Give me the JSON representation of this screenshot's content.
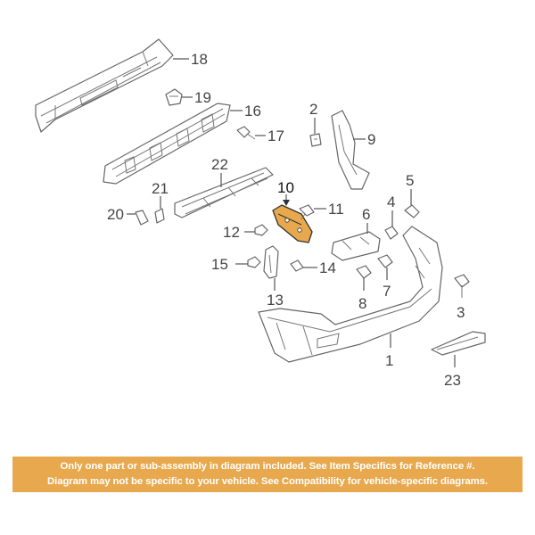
{
  "diagram": {
    "callouts": {
      "p1": "1",
      "p2": "2",
      "p3": "3",
      "p4": "4",
      "p5": "5",
      "p6": "6",
      "p7": "7",
      "p8": "8",
      "p9": "9",
      "p10": "10",
      "p11": "11",
      "p12": "12",
      "p13": "13",
      "p14": "14",
      "p15": "15",
      "p16": "16",
      "p17": "17",
      "p18": "18",
      "p19": "19",
      "p20": "20",
      "p21": "21",
      "p22": "22",
      "p23": "23"
    },
    "highlight_part": "10",
    "highlight_color": "#e8a84d",
    "line_color": "#666666"
  },
  "banner": {
    "line1": "Only one part or sub-assembly in diagram included. See Item Specifics for Reference #.",
    "line2": "Diagram may not be specific to your vehicle. See Compatibility for vehicle-specific diagrams.",
    "background_color": "#e8a84d",
    "text_color": "#ffffff"
  }
}
